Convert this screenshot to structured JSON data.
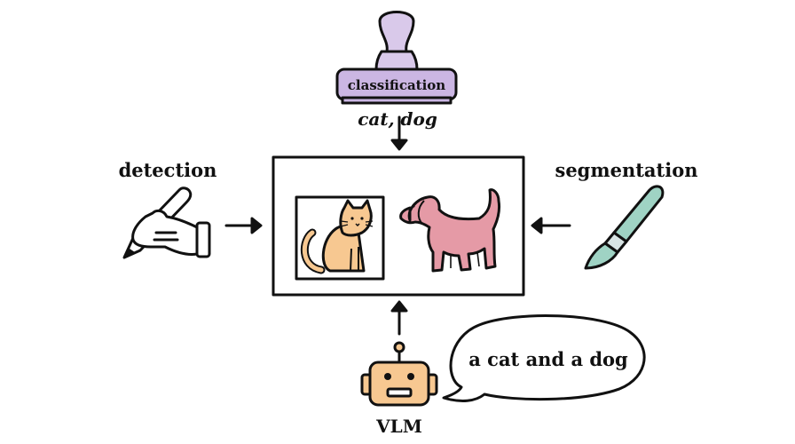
{
  "labels": {
    "classification": "classification",
    "classification_output": "cat, dog",
    "detection": "detection",
    "segmentation": "segmentation",
    "vlm": "VLM",
    "vlm_output": "a cat and a dog"
  },
  "icons": {
    "top": "rubber-stamp-icon",
    "left": "hand-drawing-pen-icon",
    "right": "paintbrush-icon",
    "bottom": "robot-icon"
  },
  "colors": {
    "stamp": "#d9c9ea",
    "stamp_base": "#cbb6e3",
    "cat": "#f7c891",
    "dog": "#e59aa6",
    "brush_handle": "#9fd3c4",
    "robot": "#f7c891"
  }
}
